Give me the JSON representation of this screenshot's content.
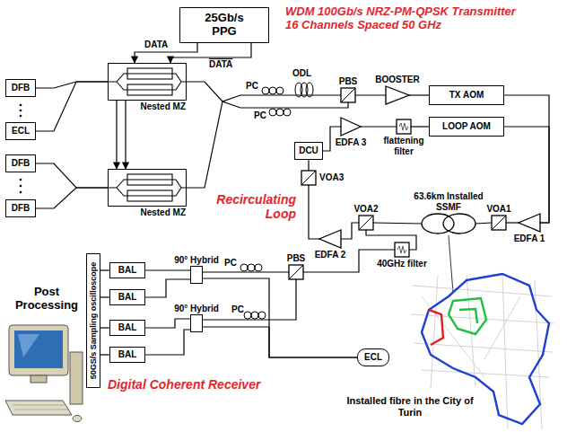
{
  "diagram": {
    "title": "WDM 100Gb/s NRZ-PM-QPSK Transmitter 16 Channels Spaced 50 GHz",
    "nodes": [
      {
        "text": [
          "25Gb/s PPG"
        ]
      },
      {
        "text": [
          "DFB"
        ]
      },
      {
        "text": [
          "ECL"
        ]
      },
      {
        "text": [
          "DFB"
        ]
      },
      {
        "text": [
          "DFB"
        ]
      },
      {
        "text": [
          "Nested MZ"
        ]
      },
      {
        "text": [
          "Nested MZ"
        ]
      },
      {
        "text": [
          "PBS"
        ]
      },
      {
        "text": [
          "BOOSTER"
        ]
      },
      {
        "text": [
          "TX AOM"
        ]
      },
      {
        "text": [
          "EDFA 3"
        ]
      },
      {
        "text": [
          "flattening filter"
        ]
      },
      {
        "text": [
          "LOOP AOM"
        ]
      },
      {
        "text": [
          "DCU"
        ]
      },
      {
        "text": [
          "VOA3"
        ]
      },
      {
        "text": [
          "VOA2"
        ]
      },
      {
        "text": [
          "63.6km Installed SSMF"
        ]
      },
      {
        "text": [
          "VOA1"
        ]
      },
      {
        "text": [
          "EDFA 2"
        ]
      },
      {
        "text": [
          "EDFA 1"
        ]
      },
      {
        "text": [
          "40GHz filter"
        ]
      },
      {
        "text": [
          "PBS"
        ]
      },
      {
        "text": [
          "90° Hybrid"
        ]
      },
      {
        "text": [
          "90° Hybrid"
        ]
      },
      {
        "text": [
          "BAL"
        ]
      },
      {
        "text": [
          "BAL"
        ]
      },
      {
        "text": [
          "BAL"
        ]
      },
      {
        "text": [
          "BAL"
        ]
      },
      {
        "text": [
          "50GS/s Sampling oscilloscope"
        ]
      },
      {
        "text": [
          "ECL"
        ]
      }
    ],
    "edges": [
      {
        "from": 0,
        "to": 5,
        "arrow": "to",
        "label": "DATA"
      },
      {
        "from": 0,
        "to": 5,
        "arrow": "to",
        "label": "DATA"
      },
      {
        "from": 5,
        "to": 6,
        "arrow": "to"
      },
      {
        "from": 5,
        "to": 6,
        "arrow": "to"
      },
      {
        "from": 1,
        "to": 5,
        "arrow": "none"
      },
      {
        "from": 2,
        "to": 5,
        "arrow": "none"
      },
      {
        "from": 3,
        "to": 6,
        "arrow": "none"
      },
      {
        "from": 4,
        "to": 6,
        "arrow": "none"
      },
      {
        "from": 5,
        "to": 7,
        "arrow": "none"
      },
      {
        "from": 6,
        "to": 7,
        "arrow": "none"
      },
      {
        "from": 7,
        "to": 8,
        "arrow": "none"
      },
      {
        "from": 8,
        "to": 9,
        "arrow": "none"
      },
      {
        "from": 9,
        "to": 19,
        "arrow": "none"
      },
      {
        "from": 12,
        "to": 19,
        "arrow": "none"
      },
      {
        "from": 19,
        "to": 17,
        "arrow": "none"
      },
      {
        "from": 17,
        "to": 16,
        "arrow": "none"
      },
      {
        "from": 16,
        "to": 15,
        "arrow": "none"
      },
      {
        "from": 15,
        "to": 18,
        "arrow": "none"
      },
      {
        "from": 18,
        "to": 14,
        "arrow": "none"
      },
      {
        "from": 14,
        "to": 13,
        "arrow": "none"
      },
      {
        "from": 13,
        "to": 10,
        "arrow": "none"
      },
      {
        "from": 10,
        "to": 11,
        "arrow": "none"
      },
      {
        "from": 11,
        "to": 12,
        "arrow": "none"
      },
      {
        "from": 15,
        "to": 20,
        "arrow": "none"
      },
      {
        "from": 20,
        "to": 21,
        "arrow": "none"
      },
      {
        "from": 21,
        "to": 22,
        "arrow": "none"
      },
      {
        "from": 21,
        "to": 23,
        "arrow": "none"
      },
      {
        "from": 29,
        "to": 22,
        "arrow": "none"
      },
      {
        "from": 29,
        "to": 23,
        "arrow": "none"
      },
      {
        "from": 22,
        "to": 24,
        "arrow": "none"
      },
      {
        "from": 22,
        "to": 25,
        "arrow": "none"
      },
      {
        "from": 23,
        "to": 26,
        "arrow": "none"
      },
      {
        "from": 23,
        "to": 27,
        "arrow": "none"
      },
      {
        "from": 24,
        "to": 28,
        "arrow": "none"
      },
      {
        "from": 25,
        "to": 28,
        "arrow": "none"
      },
      {
        "from": 26,
        "to": 28,
        "arrow": "none"
      },
      {
        "from": 27,
        "to": 28,
        "arrow": "none"
      }
    ],
    "labels": [
      "PC",
      "ODL",
      "PC",
      "Recirculating Loop",
      "PC",
      "PC",
      "Post Processing",
      "Digital Coherent Receiver",
      "Installed fibre in the City of Turin"
    ]
  }
}
